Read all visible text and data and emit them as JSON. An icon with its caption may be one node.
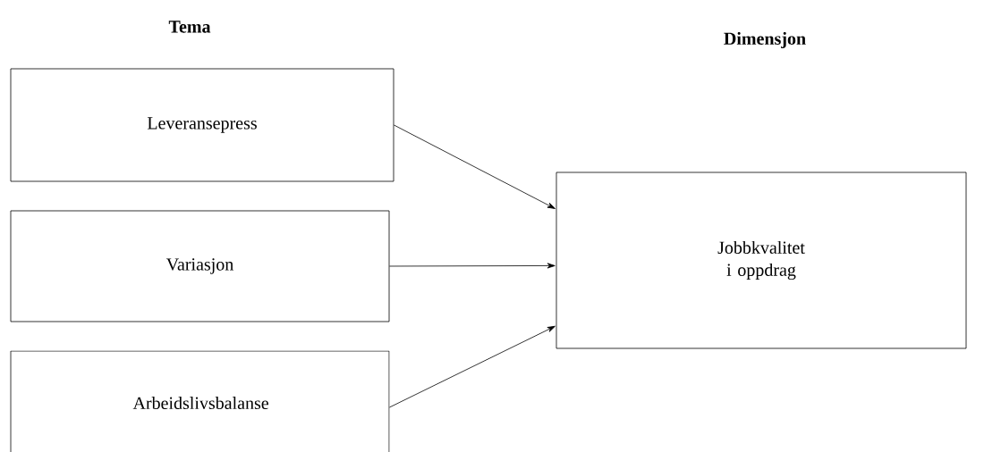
{
  "diagram": {
    "nodes": [
      {
        "text": [
          "Leveransepress"
        ]
      },
      {
        "text": [
          "Variasjon"
        ]
      },
      {
        "text": [
          "Arbeidslivsbalanse"
        ]
      },
      {
        "text": [
          "Jobbkvalitet i oppdrag"
        ]
      }
    ],
    "edges": [
      {
        "from": 0,
        "to": 3,
        "arrow": "to"
      },
      {
        "from": 1,
        "to": 3,
        "arrow": "to"
      },
      {
        "from": 2,
        "to": 3,
        "arrow": "to"
      }
    ],
    "labels": [
      "Tema",
      "Dimensjon"
    ]
  }
}
